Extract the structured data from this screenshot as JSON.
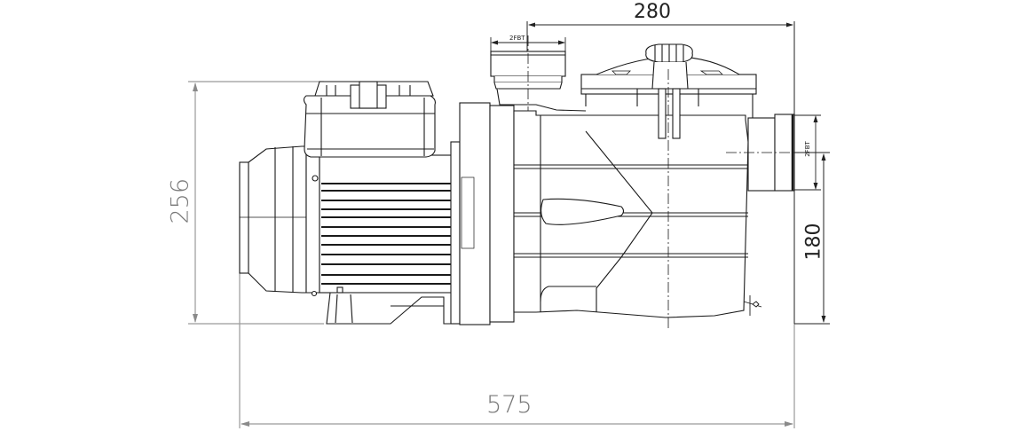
{
  "drawing": {
    "title": "Pool pump dimension drawing (side view)",
    "colors": {
      "line": "#1a1a1a",
      "dimension_line": "#9a9a9a",
      "dimension_text_grey": "#777777",
      "dimension_text_dark": "#222222",
      "background": "#ffffff"
    },
    "dimensions": {
      "overall_height": "256",
      "overall_length": "575",
      "pump_body_length": "280",
      "outlet_height": "180",
      "inlet_thread_label": "2FBT",
      "outlet_thread_label": "2FBT"
    },
    "components": [
      "motor-fan-cover",
      "motor-housing",
      "terminal-box",
      "motor-foot",
      "pump-flange",
      "strainer-basket-housing",
      "lid-knob",
      "inlet-port",
      "outlet-port",
      "drain-plug"
    ]
  }
}
